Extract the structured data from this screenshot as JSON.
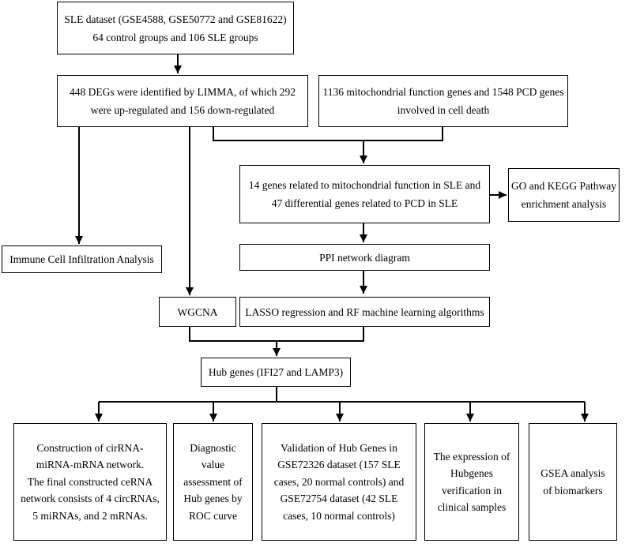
{
  "boxes": {
    "dataset": [
      "SLE dataset (GSE4588, GSE50772 and GSE81622)",
      "64 control groups and 106 SLE groups"
    ],
    "degs": [
      "448 DEGs were identified by LIMMA, of which 292",
      "were up-regulated and 156 down-regulated"
    ],
    "mito_pcd": [
      "1136 mitochondrial function genes and 1548 PCD genes",
      "involved in cell death"
    ],
    "genes14": [
      "14 genes related to mitochondrial function in SLE and",
      "47 differential genes related to PCD in SLE"
    ],
    "go_kegg": [
      "GO and KEGG Pathway",
      "enrichment analysis"
    ],
    "immune": [
      "Immune Cell Infiltration Analysis"
    ],
    "ppi": [
      "PPI network diagram"
    ],
    "wgcna": [
      "WGCNA"
    ],
    "lasso": [
      "LASSO regression and RF machine learning algorithms"
    ],
    "hub": [
      "Hub genes  (IFI27 and LAMP3)"
    ],
    "cerna": [
      "Construction of cirRNA-",
      "miRNA-mRNA network.",
      "The final constructed ceRNA",
      "network consists of 4 circRNAs,",
      "5 miRNAs, and 2 mRNAs."
    ],
    "roc": [
      "Diagnostic",
      "value",
      "assessment of",
      "Hub genes  by",
      "ROC curve"
    ],
    "validation": [
      "Validation of Hub Genes in",
      "GSE72326 dataset (157 SLE",
      "cases, 20 normal controls) and",
      "GSE72754 dataset (42 SLE",
      "cases, 10 normal controls)"
    ],
    "expression": [
      "The expression of",
      "Hubgenes",
      "verification in",
      "clinical samples"
    ],
    "gsea": [
      "GSEA analysis",
      "of biomarkers"
    ]
  }
}
